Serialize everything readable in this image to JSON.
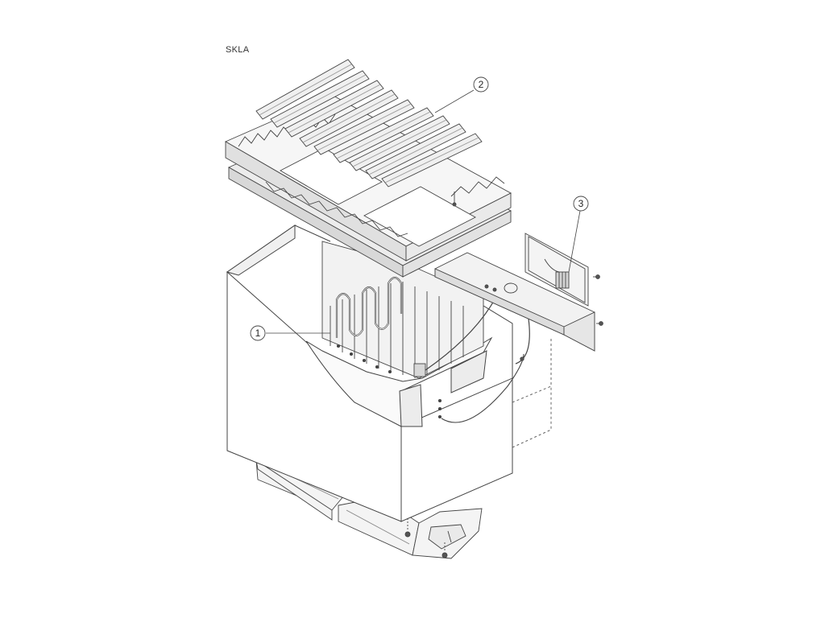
{
  "diagram": {
    "title": "SKLA",
    "callouts": [
      {
        "label": "1",
        "part": "heating-element"
      },
      {
        "label": "2",
        "part": "stone-grate-top"
      },
      {
        "label": "3",
        "part": "control-box"
      }
    ]
  },
  "colors": {
    "line": "#444444",
    "fill_light": "#f2f2f2",
    "fill_mid": "#e6e6e6",
    "fill_dark": "#cfcfcf",
    "background": "#ffffff"
  }
}
